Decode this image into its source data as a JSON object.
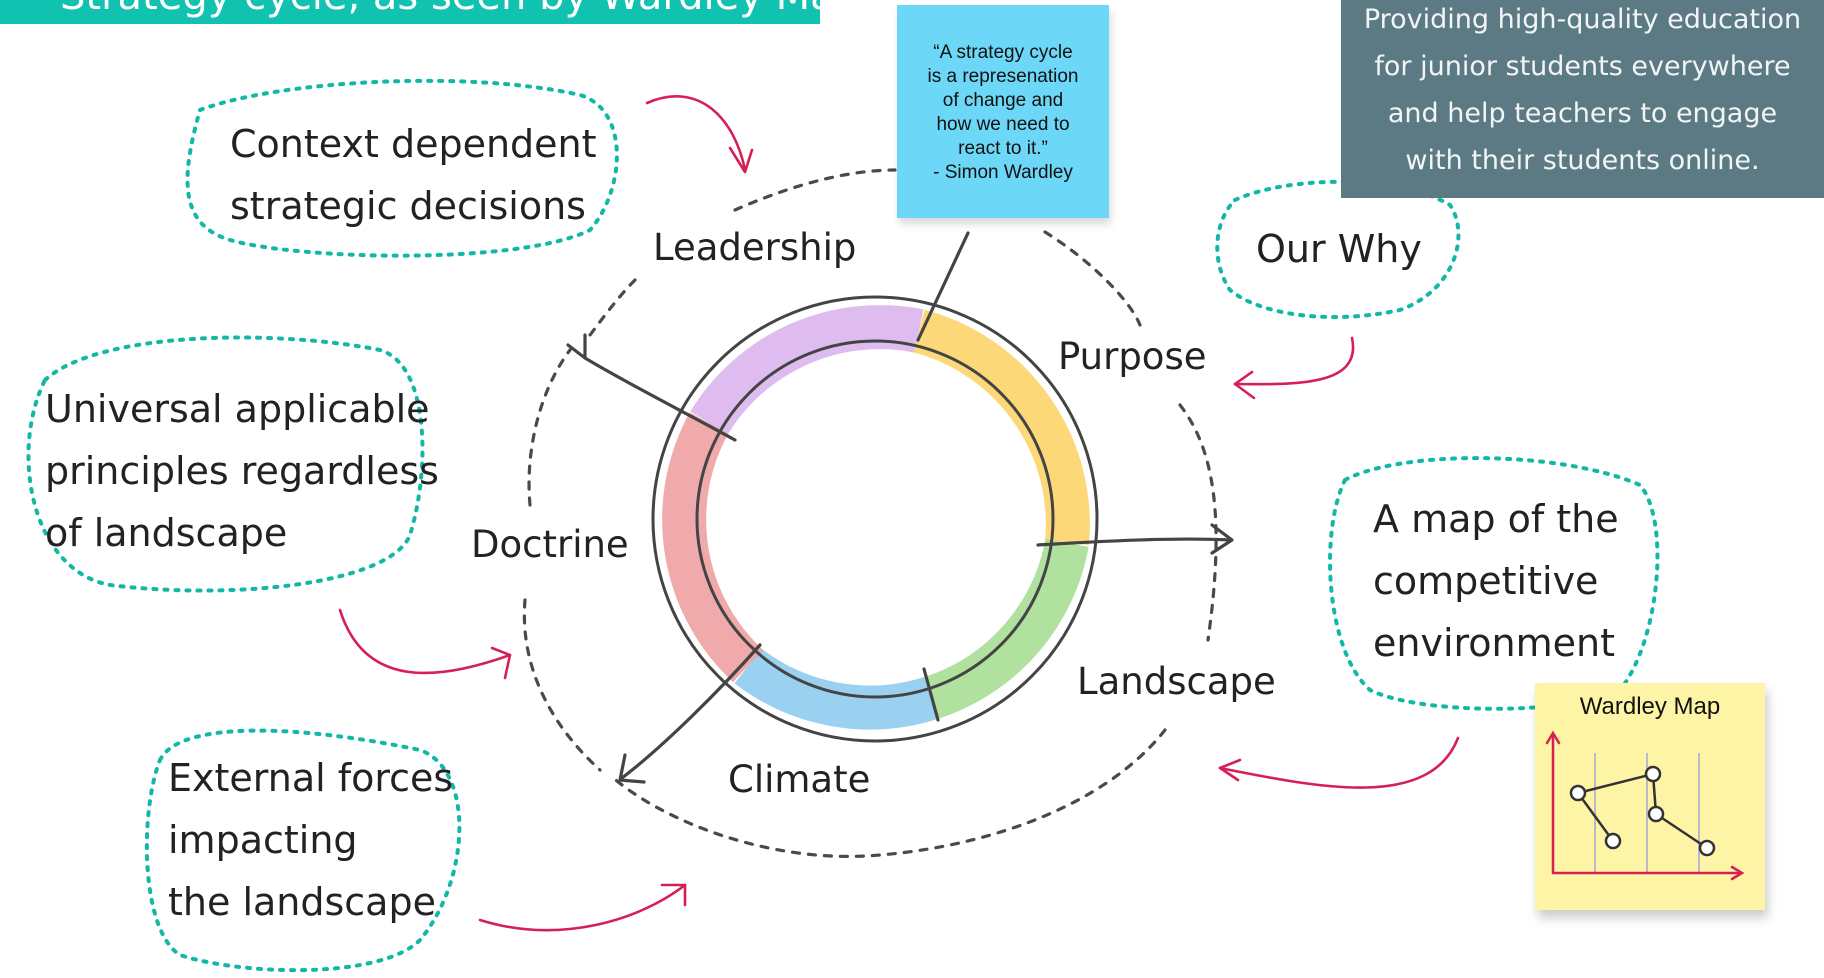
{
  "title_banner": "Strategy cycle, as seen by Wardley Mapping",
  "mission": {
    "lines": [
      "Providing high-quality education",
      "for junior students everywhere",
      "and help teachers to engage",
      "with their students online."
    ]
  },
  "quote": {
    "lines": [
      "“A strategy cycle",
      "is a represenation",
      "of change and",
      "how we need to",
      "react to it.”",
      "- Simon Wardley"
    ]
  },
  "cycle_labels": {
    "leadership": "Leadership",
    "purpose": "Purpose",
    "landscape": "Landscape",
    "climate": "Climate",
    "doctrine": "Doctrine"
  },
  "bubbles": {
    "context": [
      "Context dependent",
      "strategic decisions"
    ],
    "universal": [
      "Universal applicable",
      "principles regardless",
      "of landscape"
    ],
    "external": [
      "External forces",
      "impacting",
      "the landscape"
    ],
    "why": [
      "Our Why"
    ],
    "map": [
      "A map of the",
      "competitive",
      "environment"
    ]
  },
  "wardley_map": {
    "title": "Wardley Map"
  },
  "colors": {
    "banner": "#12c2b0",
    "mission_box": "#5b7a83",
    "quote_note": "#6dd7f7",
    "map_note": "#fdf4a6",
    "bubble_outline": "#12b8a6",
    "arrow_red": "#d62055",
    "segment_purple": "#dab5ee",
    "segment_yellow": "#fcd46a",
    "segment_green": "#a9de93",
    "segment_blue": "#8fcbee",
    "segment_red": "#eea1a3"
  }
}
